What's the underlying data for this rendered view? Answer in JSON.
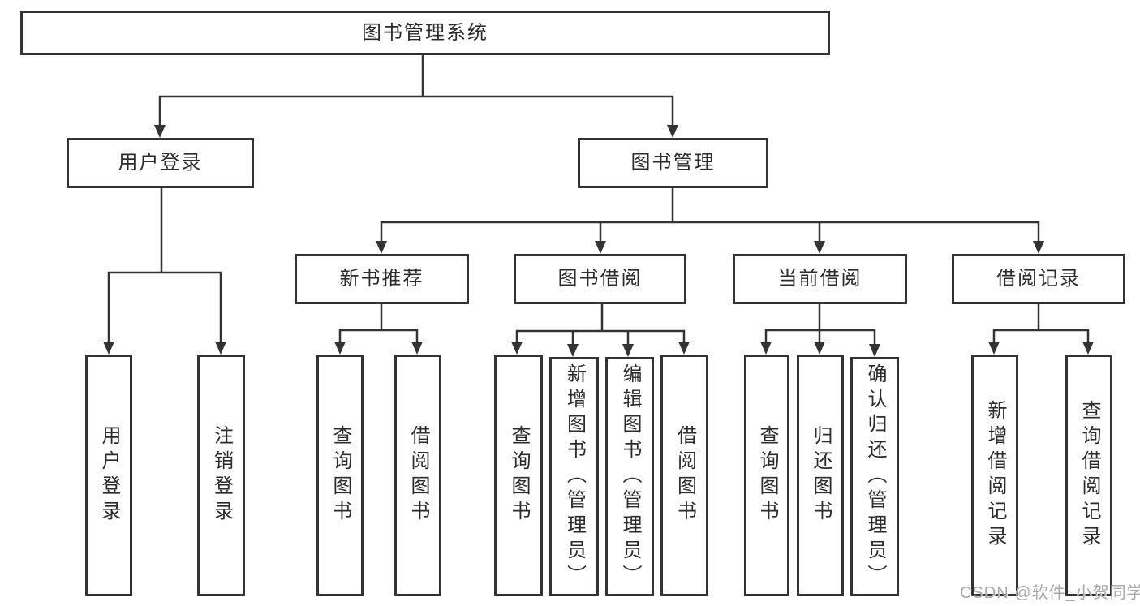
{
  "colors": {
    "line": "#333333",
    "box_border": "#333333",
    "text": "#2b2b2b",
    "background": "#ffffff",
    "watermark": "#a8a8a8"
  },
  "tree": {
    "root": {
      "label": "图书管理系统"
    },
    "children": [
      {
        "label": "用户登录",
        "children": [
          {
            "label": "用户登录"
          },
          {
            "label": "注销登录"
          }
        ]
      },
      {
        "label": "图书管理",
        "children": [
          {
            "label": "新书推荐",
            "children": [
              {
                "label": "查询图书"
              },
              {
                "label": "借阅图书"
              }
            ]
          },
          {
            "label": "图书借阅",
            "children": [
              {
                "label": "查询图书"
              },
              {
                "label": "新增图书（管理员）"
              },
              {
                "label": "编辑图书（管理员）"
              },
              {
                "label": "借阅图书"
              }
            ]
          },
          {
            "label": "当前借阅",
            "children": [
              {
                "label": "查询图书"
              },
              {
                "label": "归还图书"
              },
              {
                "label": "确认归还（管理员）"
              }
            ]
          },
          {
            "label": "借阅记录",
            "children": [
              {
                "label": "新增借阅记录"
              },
              {
                "label": "查询借阅记录"
              }
            ]
          }
        ]
      }
    ]
  },
  "watermark": {
    "text": "CSDN @软件_小贺同学"
  }
}
